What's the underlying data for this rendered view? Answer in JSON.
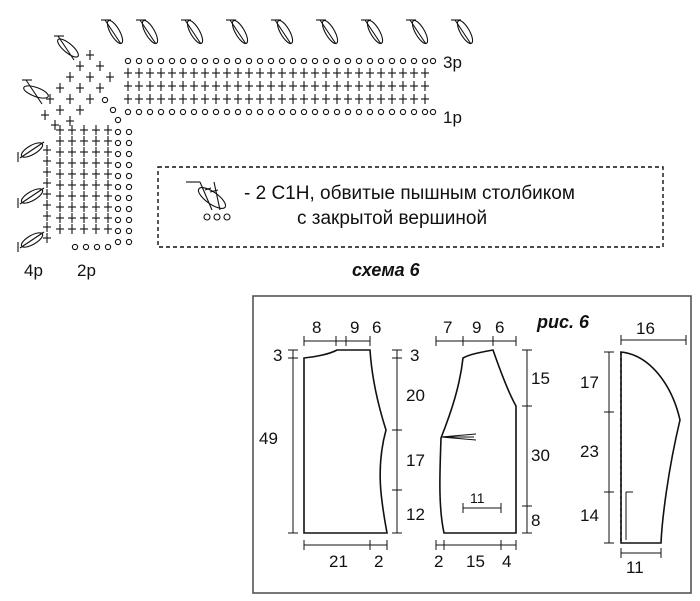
{
  "chart": {
    "row_labels": {
      "r1": "1р",
      "r2": "2р",
      "r3": "3р",
      "r4": "4р"
    },
    "legend": {
      "line1": "- 2 С1Н, обвитые пышным столбиком",
      "line2": "с закрытой вершиной"
    },
    "caption": "схема 6"
  },
  "figure": {
    "caption": "рис. 6",
    "back": {
      "top_segments": [
        "8",
        "9",
        "6"
      ],
      "left_top": "3",
      "left_height": "49",
      "right_top": "3",
      "right_segments": [
        "20",
        "17",
        "12"
      ],
      "bottom_segments": [
        "21",
        "2"
      ]
    },
    "front": {
      "top_segments": [
        "7",
        "9",
        "6"
      ],
      "right_segments": [
        "15",
        "30",
        "8"
      ],
      "bottom_segments": [
        "2",
        "15",
        "4"
      ],
      "pocket_width": "11"
    },
    "sleeve": {
      "top_width": "16",
      "left_segments": [
        "17",
        "23",
        "14"
      ],
      "bottom_width": "11"
    }
  }
}
